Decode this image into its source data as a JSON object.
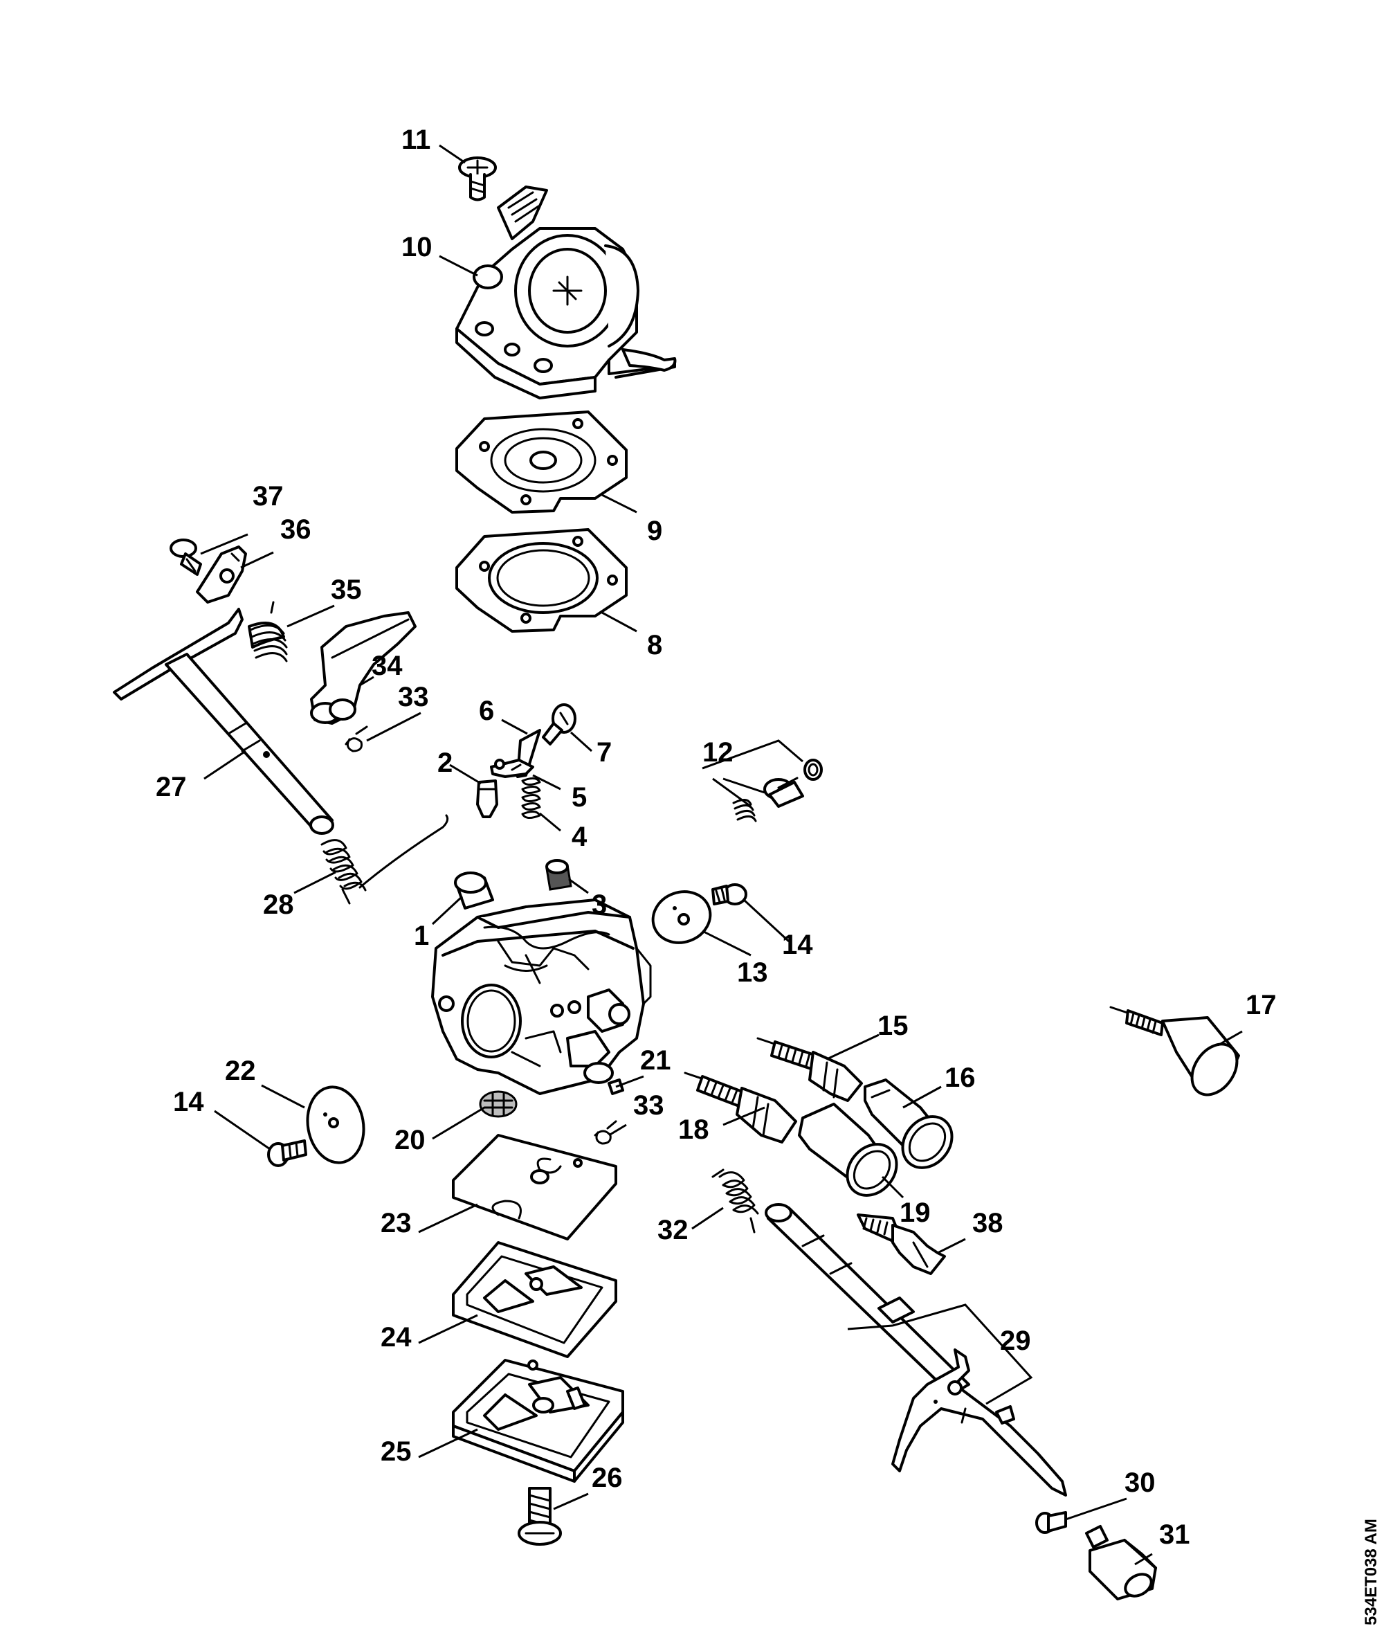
{
  "reference_code": "534ET038 AM",
  "callouts": {
    "p1": "1",
    "p2": "2",
    "p3": "3",
    "p4": "4",
    "p5": "5",
    "p6": "6",
    "p7": "7",
    "p8": "8",
    "p9": "9",
    "p10": "10",
    "p11": "11",
    "p12": "12",
    "p13": "13",
    "p14a": "14",
    "p14b": "14",
    "p15": "15",
    "p16": "16",
    "p17": "17",
    "p18": "18",
    "p19": "19",
    "p20": "20",
    "p21": "21",
    "p22": "22",
    "p23": "23",
    "p24": "24",
    "p25": "25",
    "p26": "26",
    "p27": "27",
    "p28": "28",
    "p29": "29",
    "p30": "30",
    "p31": "31",
    "p32": "32",
    "p33a": "33",
    "p33b": "33",
    "p34": "34",
    "p35": "35",
    "p36": "36",
    "p37": "37",
    "p38": "38"
  }
}
